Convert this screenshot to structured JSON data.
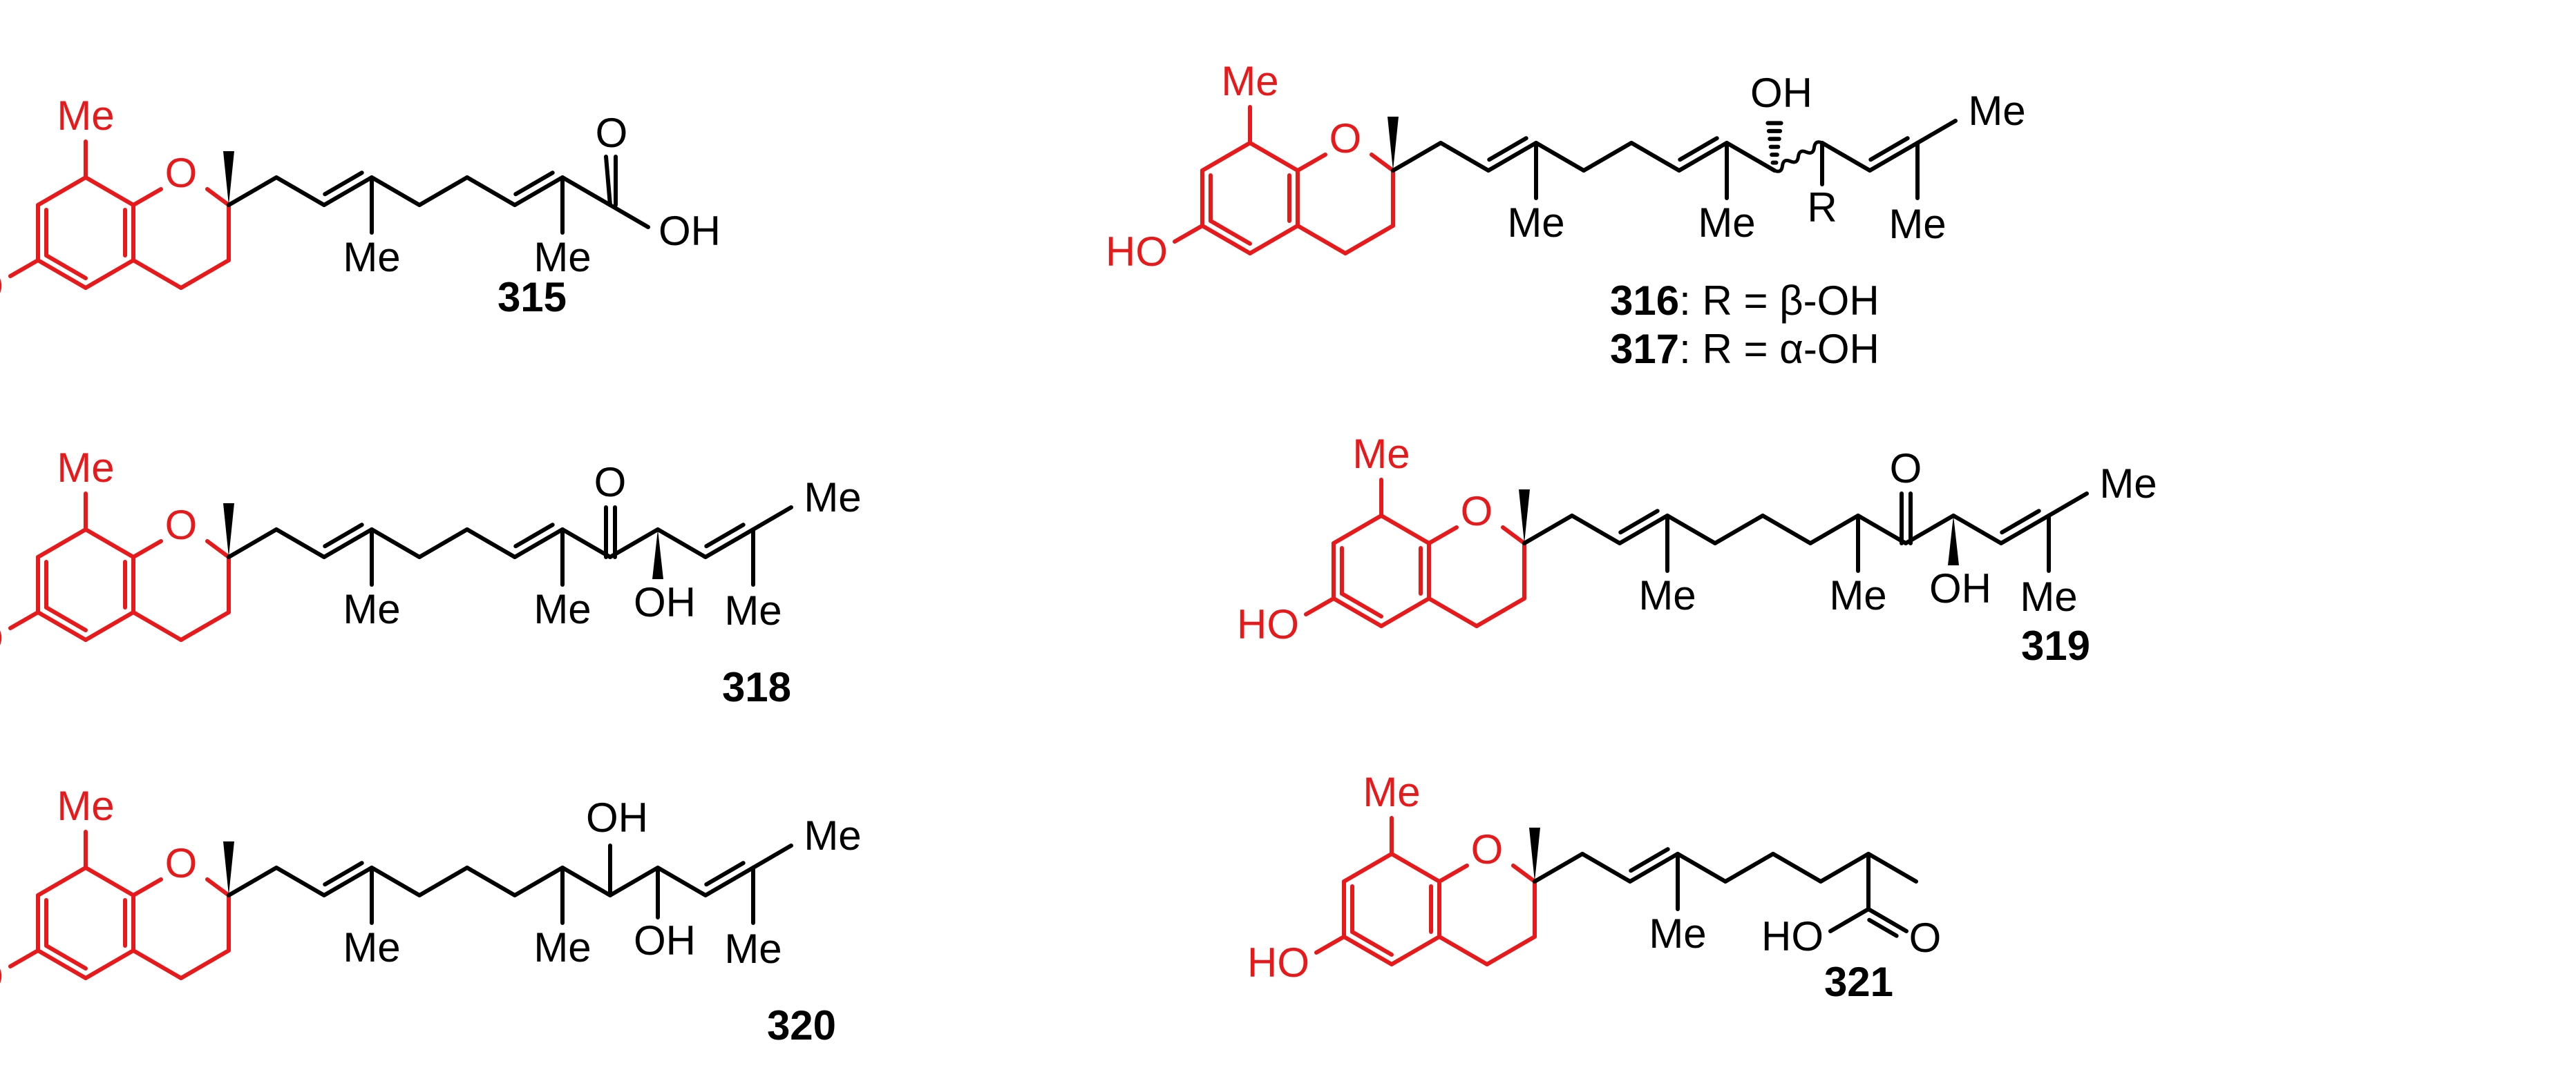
{
  "colors": {
    "core": "#e8191b",
    "chain": "#000000",
    "background": "#ffffff"
  },
  "groups": {
    "me": "Me",
    "o": "O",
    "oh": "OH",
    "ho": "HO",
    "r": "R"
  },
  "compounds": [
    {
      "id": "315",
      "caption": ""
    },
    {
      "id": "316",
      "caption": ": R = β-OH"
    },
    {
      "id": "317",
      "caption": ": R = α-OH"
    },
    {
      "id": "318",
      "caption": ""
    },
    {
      "id": "319",
      "caption": ""
    },
    {
      "id": "320",
      "caption": ""
    },
    {
      "id": "321",
      "caption": ""
    }
  ]
}
